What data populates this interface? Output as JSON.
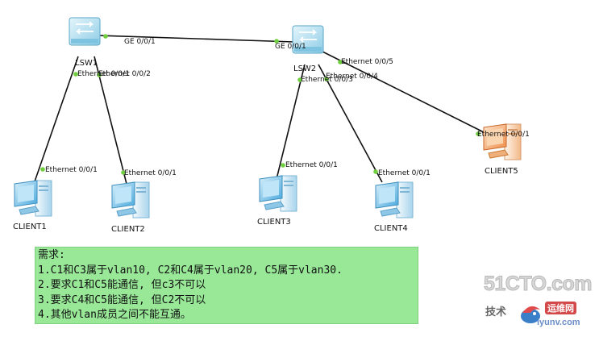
{
  "devices": {
    "lsw1": {
      "name": "LSW1"
    },
    "lsw2": {
      "name": "LSW2"
    },
    "client1": {
      "name": "CLIENT1"
    },
    "client2": {
      "name": "CLIENT2"
    },
    "client3": {
      "name": "CLIENT3"
    },
    "client4": {
      "name": "CLIENT4"
    },
    "client5": {
      "name": "CLIENT5"
    }
  },
  "ports": {
    "lsw1_uplink": "GE 0/0/1",
    "lsw2_uplink": "GE 0/0/1",
    "lsw1_eth1": "Ethernet 0/0/1",
    "lsw1_eth2": "Ethernet 0/0/2",
    "lsw2_eth3": "Ethernet 0/0/3",
    "lsw2_eth4": "Ethernet 0/0/4",
    "lsw2_eth5": "Ethernet 0/0/5",
    "client1_eth": "Ethernet 0/0/1",
    "client2_eth": "Ethernet 0/0/1",
    "client3_eth": "Ethernet 0/0/1",
    "client4_eth": "Ethernet 0/0/1",
    "client5_eth": "Ethernet 0/0/1"
  },
  "requirements": {
    "title": "需求:",
    "line1": "1.C1和C3属于vlan10, C2和C4属于vlan20, C5属于vlan30.",
    "line2": "2.要求C1和C5能通信, 但c3不可以",
    "line3": "3.要求C4和C5能通信, 但C2不可以",
    "line4": "4.其他vlan成员之间不能互通。"
  },
  "watermark": {
    "main": "51CTO.com",
    "sub1": "技术",
    "sub2": "运维网",
    "url": "iyunv.com"
  },
  "colors": {
    "switch_fill": "#a9dcef",
    "client_fill": "#7cc4ea",
    "client5_fill": "#f3a76b",
    "link": "#111111",
    "port_dot": "#6fcf3f",
    "requirements_bg": "#98e898"
  }
}
